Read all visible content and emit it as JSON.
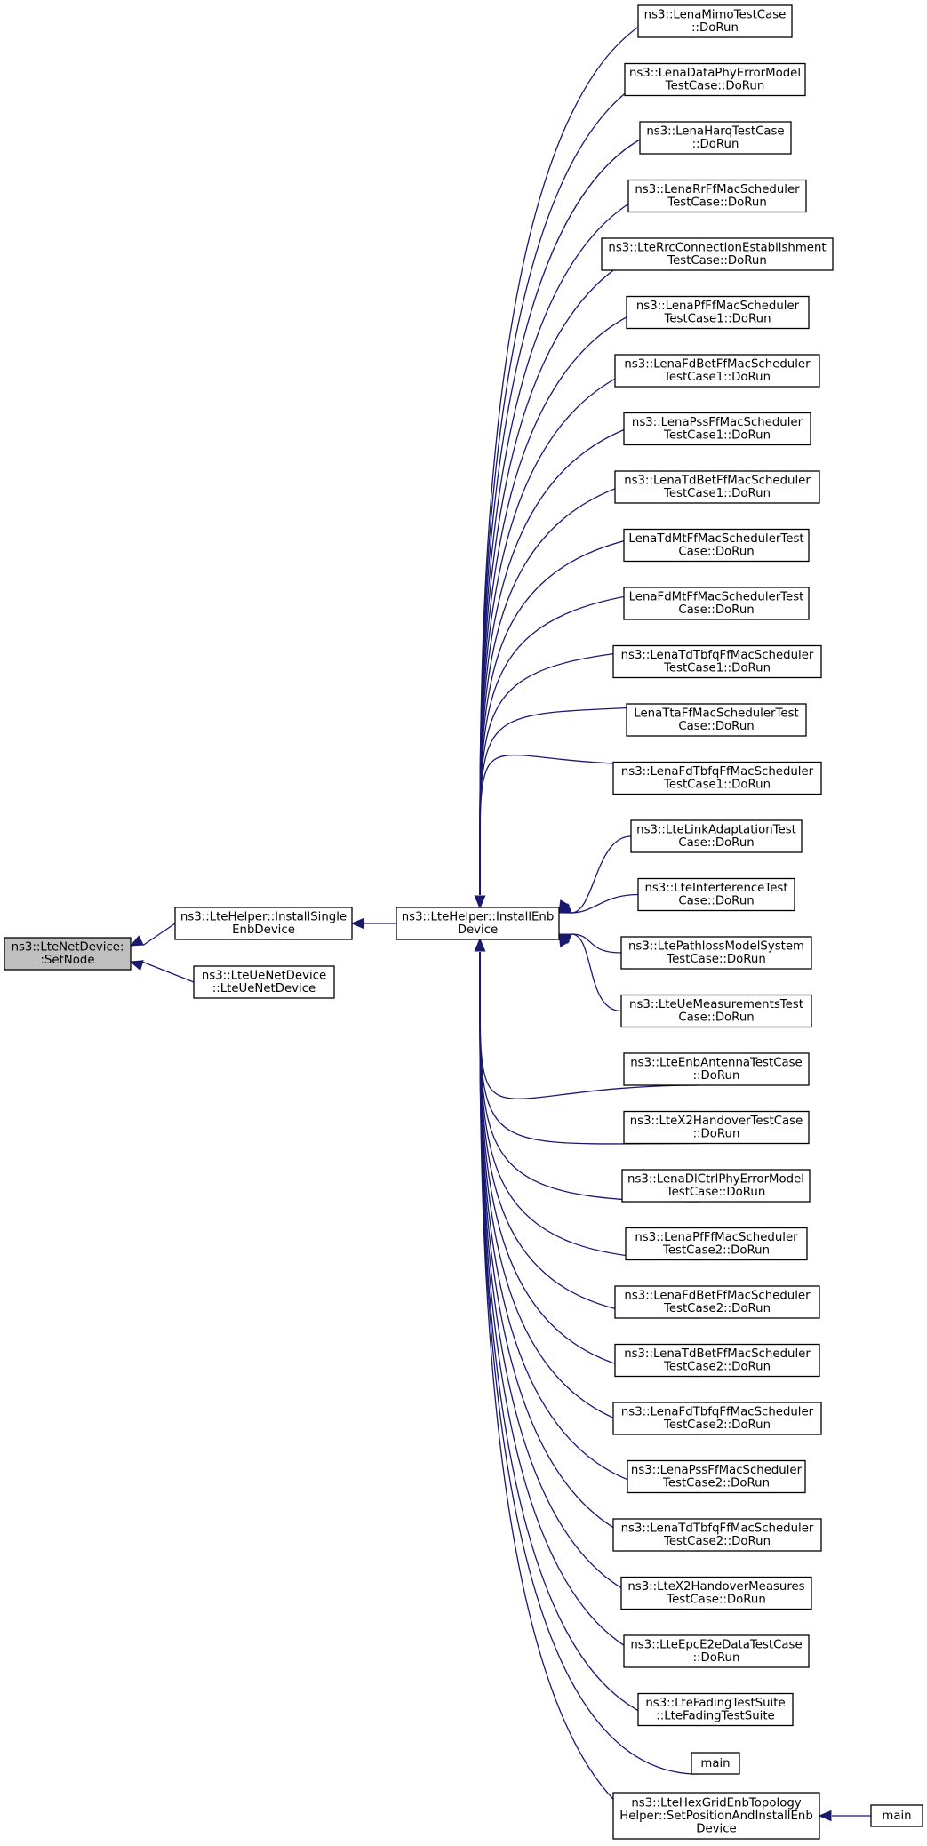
{
  "graph": {
    "nodes": [
      {
        "id": "setnode",
        "lines": [
          "ns3::LteNetDevice:",
          ":SetNode"
        ],
        "highlight": true
      },
      {
        "id": "installsingle",
        "lines": [
          "ns3::LteHelper::InstallSingle",
          "EnbDevice"
        ]
      },
      {
        "id": "uenetdevice",
        "lines": [
          "ns3::LteUeNetDevice",
          "::LteUeNetDevice"
        ]
      },
      {
        "id": "installenb",
        "lines": [
          "ns3::LteHelper::InstallEnb",
          "Device"
        ]
      },
      {
        "id": "c0",
        "lines": [
          "ns3::LenaMimoTestCase",
          "::DoRun"
        ]
      },
      {
        "id": "c1",
        "lines": [
          "ns3::LenaDataPhyErrorModel",
          "TestCase::DoRun"
        ]
      },
      {
        "id": "c2",
        "lines": [
          "ns3::LenaHarqTestCase",
          "::DoRun"
        ]
      },
      {
        "id": "c3",
        "lines": [
          "ns3::LenaRrFfMacScheduler",
          "TestCase::DoRun"
        ]
      },
      {
        "id": "c4",
        "lines": [
          "ns3::LteRrcConnectionEstablishment",
          "TestCase::DoRun"
        ]
      },
      {
        "id": "c5",
        "lines": [
          "ns3::LenaPfFfMacScheduler",
          "TestCase1::DoRun"
        ]
      },
      {
        "id": "c6",
        "lines": [
          "ns3::LenaFdBetFfMacScheduler",
          "TestCase1::DoRun"
        ]
      },
      {
        "id": "c7",
        "lines": [
          "ns3::LenaPssFfMacScheduler",
          "TestCase1::DoRun"
        ]
      },
      {
        "id": "c8",
        "lines": [
          "ns3::LenaTdBetFfMacScheduler",
          "TestCase1::DoRun"
        ]
      },
      {
        "id": "c9",
        "lines": [
          "LenaTdMtFfMacSchedulerTest",
          "Case::DoRun"
        ]
      },
      {
        "id": "c10",
        "lines": [
          "LenaFdMtFfMacSchedulerTest",
          "Case::DoRun"
        ]
      },
      {
        "id": "c11",
        "lines": [
          "ns3::LenaTdTbfqFfMacScheduler",
          "TestCase1::DoRun"
        ]
      },
      {
        "id": "c12",
        "lines": [
          "LenaTtaFfMacSchedulerTest",
          "Case::DoRun"
        ]
      },
      {
        "id": "c13",
        "lines": [
          "ns3::LenaFdTbfqFfMacScheduler",
          "TestCase1::DoRun"
        ]
      },
      {
        "id": "c14",
        "lines": [
          "ns3::LteLinkAdaptationTest",
          "Case::DoRun"
        ]
      },
      {
        "id": "c15",
        "lines": [
          "ns3::LteInterferenceTest",
          "Case::DoRun"
        ]
      },
      {
        "id": "c16",
        "lines": [
          "ns3::LtePathlossModelSystem",
          "TestCase::DoRun"
        ]
      },
      {
        "id": "c17",
        "lines": [
          "ns3::LteUeMeasurementsTest",
          "Case::DoRun"
        ]
      },
      {
        "id": "c18",
        "lines": [
          "ns3::LteEnbAntennaTestCase",
          "::DoRun"
        ]
      },
      {
        "id": "c19",
        "lines": [
          "ns3::LteX2HandoverTestCase",
          "::DoRun"
        ]
      },
      {
        "id": "c20",
        "lines": [
          "ns3::LenaDlCtrlPhyErrorModel",
          "TestCase::DoRun"
        ]
      },
      {
        "id": "c21",
        "lines": [
          "ns3::LenaPfFfMacScheduler",
          "TestCase2::DoRun"
        ]
      },
      {
        "id": "c22",
        "lines": [
          "ns3::LenaFdBetFfMacScheduler",
          "TestCase2::DoRun"
        ]
      },
      {
        "id": "c23",
        "lines": [
          "ns3::LenaTdBetFfMacScheduler",
          "TestCase2::DoRun"
        ]
      },
      {
        "id": "c24",
        "lines": [
          "ns3::LenaFdTbfqFfMacScheduler",
          "TestCase2::DoRun"
        ]
      },
      {
        "id": "c25",
        "lines": [
          "ns3::LenaPssFfMacScheduler",
          "TestCase2::DoRun"
        ]
      },
      {
        "id": "c26",
        "lines": [
          "ns3::LenaTdTbfqFfMacScheduler",
          "TestCase2::DoRun"
        ]
      },
      {
        "id": "c27",
        "lines": [
          "ns3::LteX2HandoverMeasures",
          "TestCase::DoRun"
        ]
      },
      {
        "id": "c28",
        "lines": [
          "ns3::LteEpcE2eDataTestCase",
          "::DoRun"
        ]
      },
      {
        "id": "c29",
        "lines": [
          "ns3::LteFadingTestSuite",
          "::LteFadingTestSuite"
        ]
      },
      {
        "id": "c30",
        "lines": [
          "main"
        ]
      },
      {
        "id": "c31",
        "lines": [
          "ns3::LteHexGridEnbTopology",
          "Helper::SetPositionAndInstallEnb",
          "Device"
        ]
      },
      {
        "id": "main2",
        "lines": [
          "main"
        ]
      }
    ],
    "edges": [
      {
        "from": "installsingle",
        "to": "setnode"
      },
      {
        "from": "uenetdevice",
        "to": "setnode"
      },
      {
        "from": "installenb",
        "to": "installsingle"
      },
      {
        "from": "c0",
        "to": "installenb"
      },
      {
        "from": "c1",
        "to": "installenb"
      },
      {
        "from": "c2",
        "to": "installenb"
      },
      {
        "from": "c3",
        "to": "installenb"
      },
      {
        "from": "c4",
        "to": "installenb"
      },
      {
        "from": "c5",
        "to": "installenb"
      },
      {
        "from": "c6",
        "to": "installenb"
      },
      {
        "from": "c7",
        "to": "installenb"
      },
      {
        "from": "c8",
        "to": "installenb"
      },
      {
        "from": "c9",
        "to": "installenb"
      },
      {
        "from": "c10",
        "to": "installenb"
      },
      {
        "from": "c11",
        "to": "installenb"
      },
      {
        "from": "c12",
        "to": "installenb"
      },
      {
        "from": "c13",
        "to": "installenb"
      },
      {
        "from": "c14",
        "to": "installenb"
      },
      {
        "from": "c15",
        "to": "installenb"
      },
      {
        "from": "c16",
        "to": "installenb"
      },
      {
        "from": "c17",
        "to": "installenb"
      },
      {
        "from": "c18",
        "to": "installenb"
      },
      {
        "from": "c19",
        "to": "installenb"
      },
      {
        "from": "c20",
        "to": "installenb"
      },
      {
        "from": "c21",
        "to": "installenb"
      },
      {
        "from": "c22",
        "to": "installenb"
      },
      {
        "from": "c23",
        "to": "installenb"
      },
      {
        "from": "c24",
        "to": "installenb"
      },
      {
        "from": "c25",
        "to": "installenb"
      },
      {
        "from": "c26",
        "to": "installenb"
      },
      {
        "from": "c27",
        "to": "installenb"
      },
      {
        "from": "c28",
        "to": "installenb"
      },
      {
        "from": "c29",
        "to": "installenb"
      },
      {
        "from": "c30",
        "to": "installenb"
      },
      {
        "from": "c31",
        "to": "installenb"
      },
      {
        "from": "main2",
        "to": "c31"
      }
    ]
  }
}
